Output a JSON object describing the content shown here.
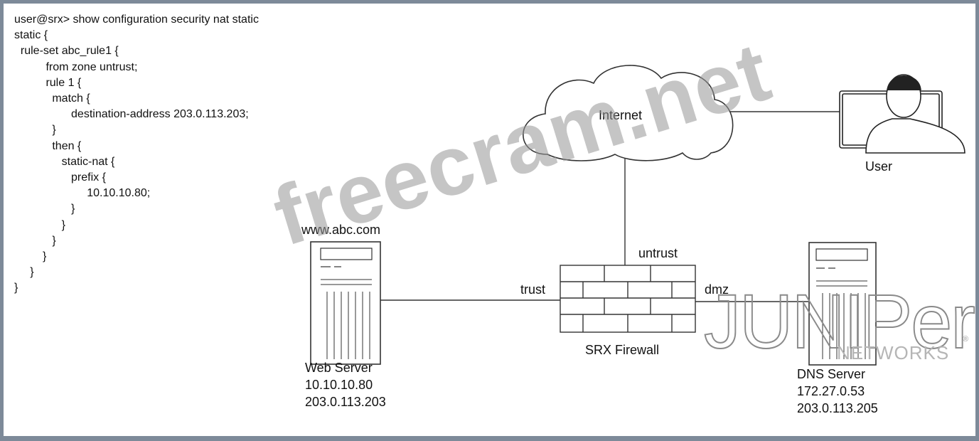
{
  "config": {
    "lines": [
      "user@srx> show configuration security nat static",
      "static {",
      "  rule-set abc_rule1 {",
      "          from zone untrust;",
      "          rule 1 {",
      "            match {",
      "                  destination-address 203.0.113.203;",
      "            }",
      "            then {",
      "               static-nat {",
      "                  prefix {",
      "                       10.10.10.80;",
      "                  }",
      "               }",
      "            }",
      "         }",
      "     }",
      "}"
    ]
  },
  "diagram": {
    "internet_label": "Internet",
    "user_label": "User",
    "web_server_hostname": "www.abc.com",
    "web_server_name": "Web Server",
    "web_server_ip1": "10.10.10.80",
    "web_server_ip2": "203.0.113.203",
    "firewall_label": "SRX Firewall",
    "zone_untrust": "untrust",
    "zone_trust": "trust",
    "zone_dmz": "dmz",
    "dns_server_name": "DNS Server",
    "dns_server_ip1": "172.27.0.53",
    "dns_server_ip2": "203.0.113.205"
  },
  "watermark": "freecram.net",
  "logo": {
    "word": "JUNIPer",
    "sub": "NETWORKS",
    "reg": "®"
  }
}
